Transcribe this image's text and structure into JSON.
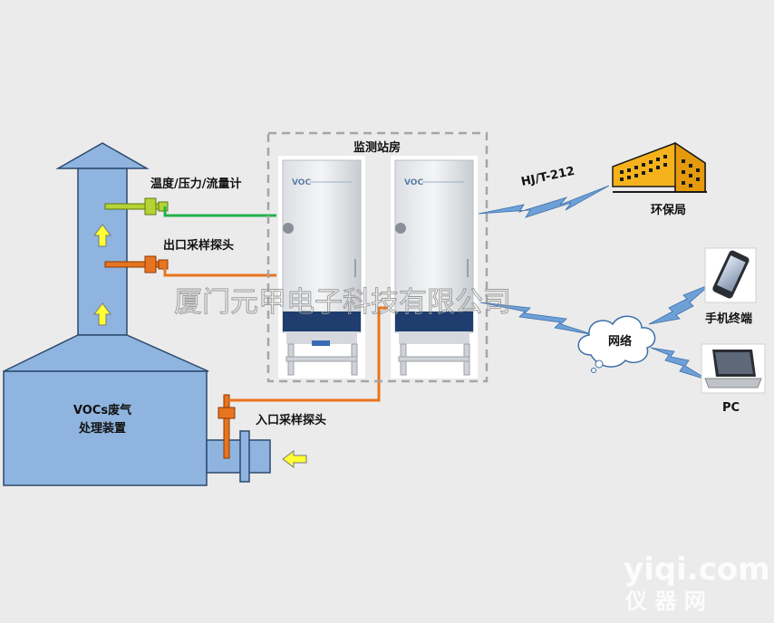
{
  "labels": {
    "temp_meter": "温度/压力/流量计",
    "outlet_probe": "出口采样探头",
    "inlet_probe": "入口采样探头",
    "station": "监测站房",
    "protocol": "HJ/T-212",
    "epb": "环保局",
    "network": "网络",
    "phone": "手机终端",
    "pc": "PC",
    "voc_line1": "VOCs废气",
    "voc_line2": "处理装置",
    "cabinet_brand": "VOC"
  },
  "watermark": {
    "company": "厦门元甲电子科技有限公司",
    "site": "yiqi.com",
    "site_sub": "仪 器 网"
  },
  "colors": {
    "duct": "#8fb4df",
    "duct_stroke": "#2c4a6e",
    "green_line": "#22b14c",
    "orange_line": "#e8741f",
    "lightning": "#6ea0d8",
    "building": "#f5b21c",
    "arrow": "#ffff33"
  }
}
